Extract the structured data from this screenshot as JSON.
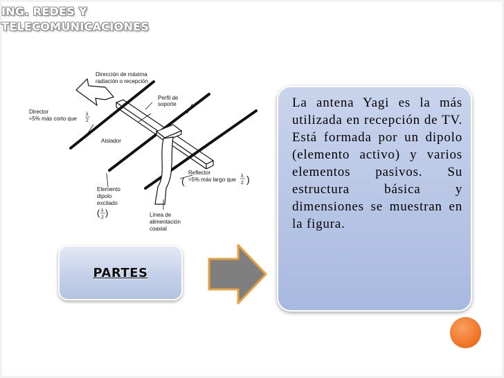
{
  "header": {
    "line1": "ING. REDES Y",
    "line2": "TELECOMUNICACIONES"
  },
  "figure": {
    "direction_line1": "Dirección de máxima",
    "direction_line2": "radiación o recepción",
    "perfil_line1": "Perfil de",
    "perfil_line2": "soporte",
    "director_line1": "Director",
    "director_line2": "≈5% más corto que",
    "aislador": "Aislador",
    "elemento_line1": "Elemento",
    "elemento_line2": "dipolo",
    "elemento_line3": "excitado",
    "reflector_line1": "Reflector",
    "reflector_line2": "≈5% más largo que",
    "linea_line1": "Línea de",
    "linea_line2": "alimentación",
    "linea_line3": "coaxial",
    "lambda": "λ",
    "two": "2"
  },
  "parts_button": {
    "label": "PARTES"
  },
  "description": "La antena Yagi es la más utilizada en recepción de TV. Está formada por un dipolo (elemento activo) y varios elementos pasivos. Su estructura básica y dimensiones se muestran en la figura.",
  "colors": {
    "accent_orange": "#ef7020",
    "box_blue": "#b9c7e6",
    "arrow_gray": "#7f7f7f",
    "arrow_outline": "#e8a040"
  }
}
